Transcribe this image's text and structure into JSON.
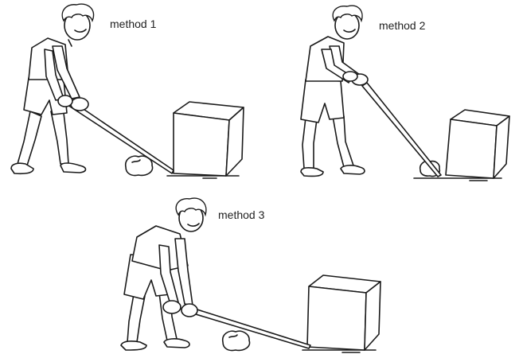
{
  "figure": {
    "panels": [
      {
        "label": "method 1"
      },
      {
        "label": "method 2"
      },
      {
        "label": "method 3"
      }
    ],
    "colors": {
      "ink": "#1a1a1a",
      "background": "#ffffff"
    }
  }
}
